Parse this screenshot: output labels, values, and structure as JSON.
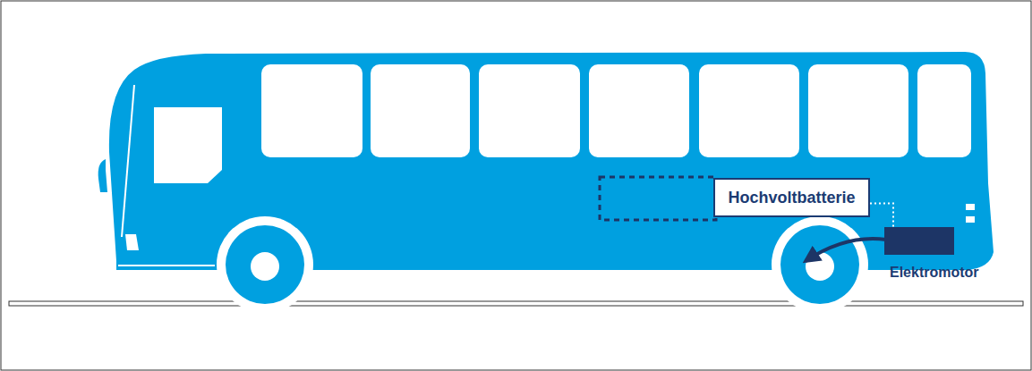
{
  "diagram": {
    "nodes": [
      {
        "text": [
          "Hochvoltbatterie"
        ]
      },
      {
        "text": [
          "Elektromotor"
        ]
      }
    ],
    "edges": [
      {
        "from": 0,
        "to": 1,
        "arrow": "none"
      }
    ]
  }
}
